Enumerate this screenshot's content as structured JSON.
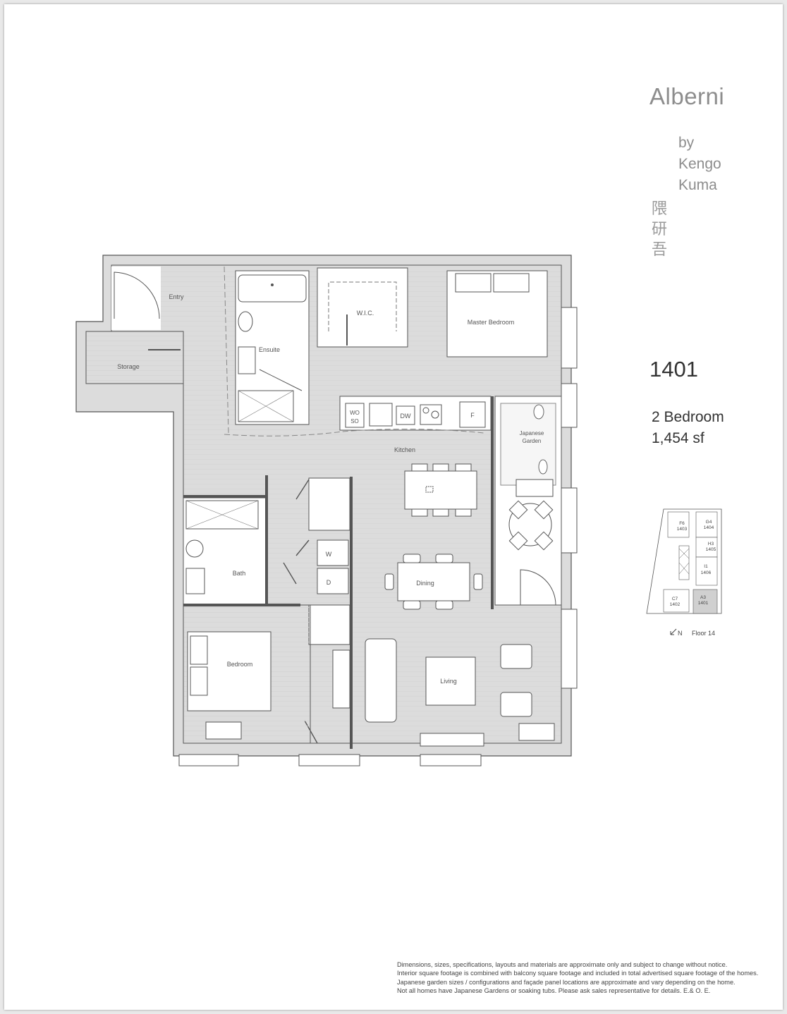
{
  "brand": {
    "title": "Alberni",
    "by_lines": [
      "by",
      "Kengo",
      "Kuma"
    ],
    "kanji": [
      "隈",
      "研",
      "吾"
    ]
  },
  "unit": {
    "number": "1401",
    "type": "2 Bedroom",
    "area": "1,454 sf"
  },
  "rooms": {
    "entry": "Entry",
    "storage": "Storage",
    "ensuite": "Ensuite",
    "wic": "W.I.C.",
    "master_bedroom": "Master Bedroom",
    "kitchen": "Kitchen",
    "japanese_garden_1": "Japanese",
    "japanese_garden_2": "Garden",
    "bath": "Bath",
    "dining": "Dining",
    "bedroom": "Bedroom",
    "living": "Living"
  },
  "appliances": {
    "wo": "WO",
    "so": "SO",
    "dw": "DW",
    "fridge": "F",
    "washer": "W",
    "dryer": "D"
  },
  "keyplan": {
    "units": [
      {
        "code": "F6",
        "number": "1403"
      },
      {
        "code": "G4",
        "number": "1404"
      },
      {
        "code": "H3",
        "number": "1405"
      },
      {
        "code": "I1",
        "number": "1406"
      },
      {
        "code": "C7",
        "number": "1402"
      },
      {
        "code": "A3",
        "number": "1401"
      }
    ],
    "north": "N",
    "floor": "Floor 14",
    "highlight_color": "#d0d0d0"
  },
  "disclaimer": [
    "Dimensions, sizes, specifications, layouts and materials are approximate only and subject to change without notice.",
    "Interior square footage is combined with balcony square footage and included in total advertised square footage of the homes.",
    "Japanese garden sizes / configurations and façade panel locations are approximate and vary depending on the home.",
    "Not all homes have Japanese Gardens or soaking tubs. Please ask sales representative for details. E.& O. E."
  ],
  "colors": {
    "wall": "#dcdcdc",
    "line": "#555555",
    "floor_line": "#d4d4d4",
    "text_gray": "#8d8d8d"
  }
}
